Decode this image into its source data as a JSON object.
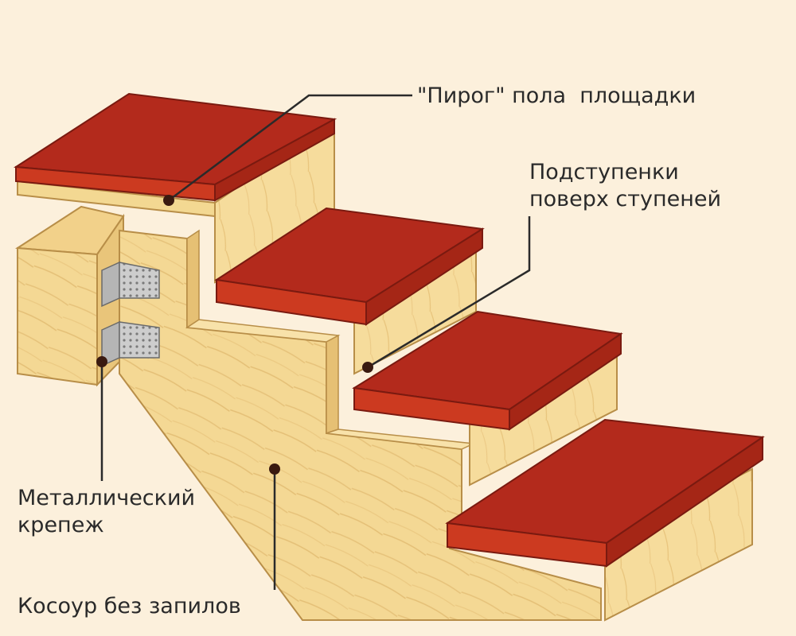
{
  "labels": {
    "landing_floor": "\"Пирог\" пола  площадки",
    "risers_line1": "Подступенки",
    "risers_line2": "поверх ступеней",
    "fastener_line1": "Металлический",
    "fastener_line2": "крепеж",
    "stringer": "Косоур без запилов"
  },
  "colors": {
    "background": "#fcf0dc",
    "tread_top": "#b32a1c",
    "tread_front": "#cc3a20",
    "wood_light": "#f6dc98",
    "wood_mid": "#eed08a",
    "wood_dark": "#e2bc70",
    "metal": "#c9c9c9",
    "leader": "#2a2a2a"
  }
}
